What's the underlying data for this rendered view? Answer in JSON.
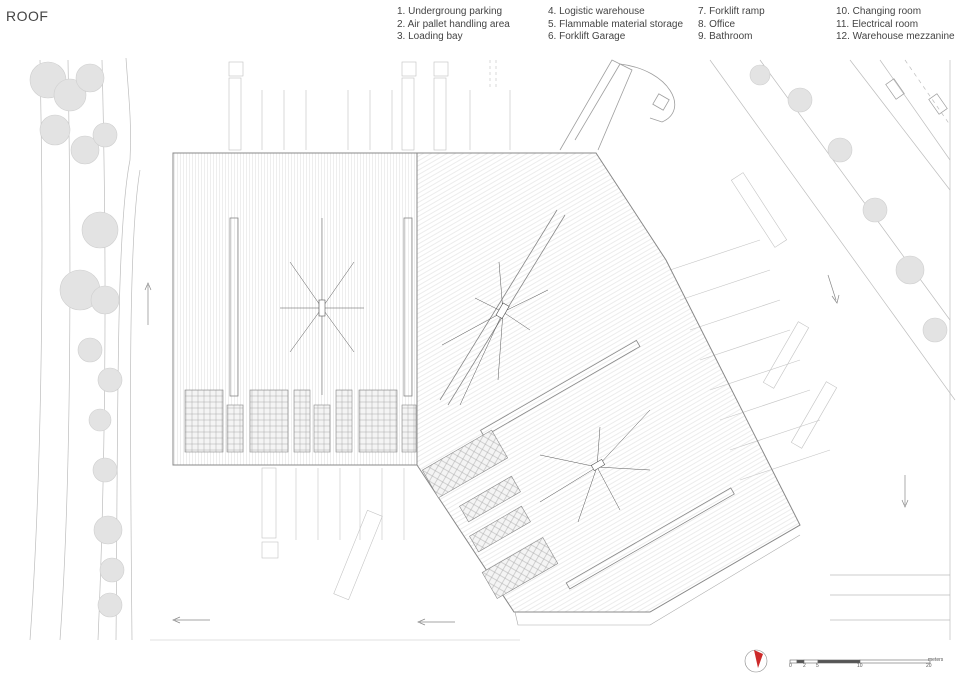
{
  "title": "ROOF",
  "legend": {
    "col1": [
      "1.  Undergroung parking",
      "2.  Air  pallet handling area",
      "3.  Loading bay"
    ],
    "col2": [
      "4.  Logistic warehouse",
      "5.  Flammable material storage",
      "6.  Forklift Garage"
    ],
    "col3": [
      "7.  Forklift ramp",
      "8.  Office",
      "9.  Bathroom"
    ],
    "col4": [
      "10. Changing room",
      "11. Electrical room",
      "12. Warehouse mezzanine"
    ]
  },
  "scale": {
    "ticks": [
      "0",
      "2",
      "5",
      "10",
      "20"
    ],
    "unit": "meters"
  },
  "colors": {
    "line": "#9a9a9a",
    "light_line": "#c8c8c8",
    "tree": "#d6d6d6",
    "north_arrow": "#cc2a2a"
  },
  "icons": [
    "north-arrow-icon",
    "scale-bar-icon"
  ]
}
